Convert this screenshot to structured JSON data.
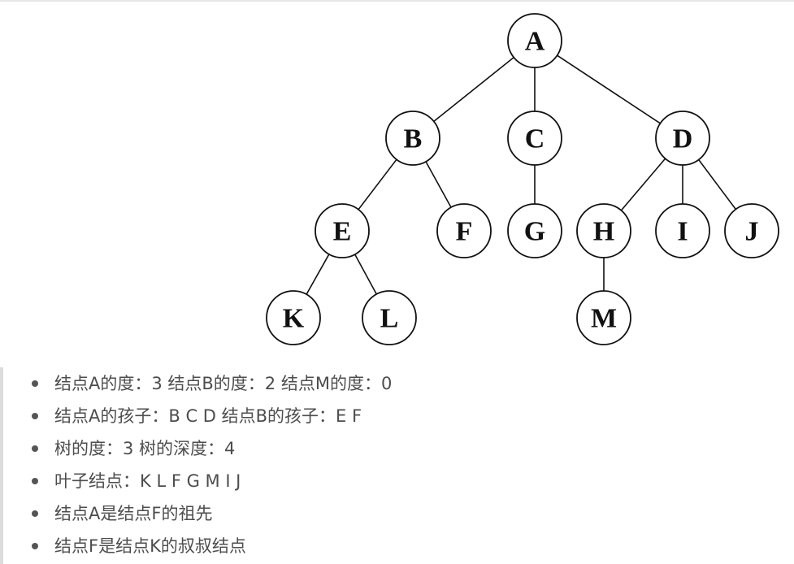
{
  "diagram": {
    "nodes": [
      {
        "id": "A",
        "label": "A"
      },
      {
        "id": "B",
        "label": "B"
      },
      {
        "id": "C",
        "label": "C"
      },
      {
        "id": "D",
        "label": "D"
      },
      {
        "id": "E",
        "label": "E"
      },
      {
        "id": "F",
        "label": "F"
      },
      {
        "id": "G",
        "label": "G"
      },
      {
        "id": "H",
        "label": "H"
      },
      {
        "id": "I",
        "label": "I"
      },
      {
        "id": "J",
        "label": "J"
      },
      {
        "id": "K",
        "label": "K"
      },
      {
        "id": "L",
        "label": "L"
      },
      {
        "id": "M",
        "label": "M"
      }
    ],
    "edges": [
      [
        "A",
        "B"
      ],
      [
        "A",
        "C"
      ],
      [
        "A",
        "D"
      ],
      [
        "B",
        "E"
      ],
      [
        "B",
        "F"
      ],
      [
        "C",
        "G"
      ],
      [
        "D",
        "H"
      ],
      [
        "D",
        "I"
      ],
      [
        "D",
        "J"
      ],
      [
        "E",
        "K"
      ],
      [
        "E",
        "L"
      ],
      [
        "H",
        "M"
      ]
    ]
  },
  "notes": [
    "结点A的度：3 结点B的度：2 结点M的度：0",
    "结点A的孩子：B C D 结点B的孩子：E F",
    "树的度：3 树的深度：4",
    "叶子结点：K L F G M I J",
    "结点A是结点F的祖先",
    "结点F是结点K的叔叔结点"
  ]
}
